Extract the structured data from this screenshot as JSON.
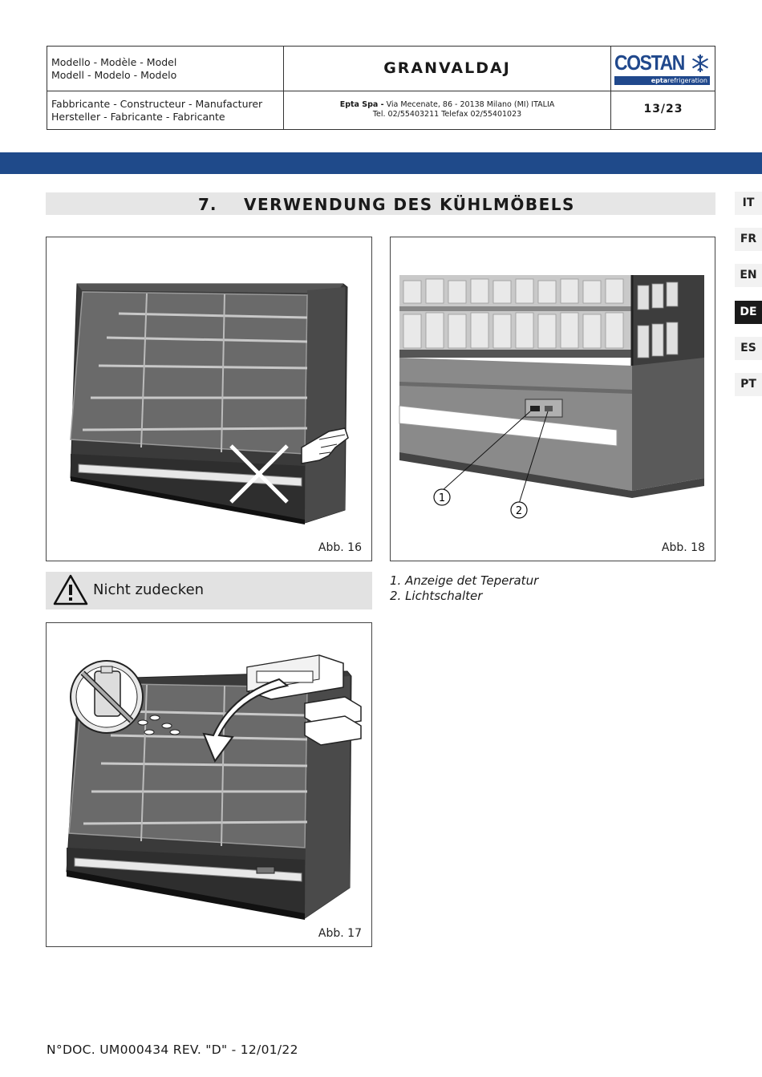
{
  "header": {
    "model_label_1": "Modello - Modèle - Model",
    "model_label_2": "Modell - Modelo - Modelo",
    "manufacturer_label_1": "Fabbricante - Constructeur - Manufacturer",
    "manufacturer_label_2": "Hersteller - Fabricante - Fabricante",
    "model_name": "GRANVALDAJ",
    "manufacturer_name": "Epta Spa -",
    "manufacturer_address": " Via Mecenate, 86 - 20138 Milano (MI) ITALIA",
    "manufacturer_contact": "Tel. 02/55403211 Telefax 02/55401023",
    "page": "13/23",
    "logo_text": "COSTAN",
    "logo_sub_bold": "epta",
    "logo_sub": "refrigeration"
  },
  "section": {
    "number": "7.",
    "title": "VERWENDUNG DES KÜHLMÖBELS"
  },
  "languages": [
    {
      "code": "IT",
      "active": false
    },
    {
      "code": "FR",
      "active": false
    },
    {
      "code": "EN",
      "active": false
    },
    {
      "code": "DE",
      "active": true
    },
    {
      "code": "ES",
      "active": false
    },
    {
      "code": "PT",
      "active": false
    }
  ],
  "figures": {
    "fig16_caption": "Abb. 16",
    "fig17_caption": "Abb. 17",
    "fig18_caption": "Abb. 18",
    "callout_1": "1",
    "callout_2": "2"
  },
  "warning": {
    "text": "Nicht zudecken"
  },
  "legend": {
    "item_1": "1. Anzeige det Teperatur",
    "item_2": "2. Lichtschalter"
  },
  "footer": {
    "doc_number": "N°DOC. UM000434 REV. \"D\" - 12/01/22"
  },
  "colors": {
    "brand_blue": "#1f4a8a",
    "section_bg": "#e6e6e6"
  }
}
